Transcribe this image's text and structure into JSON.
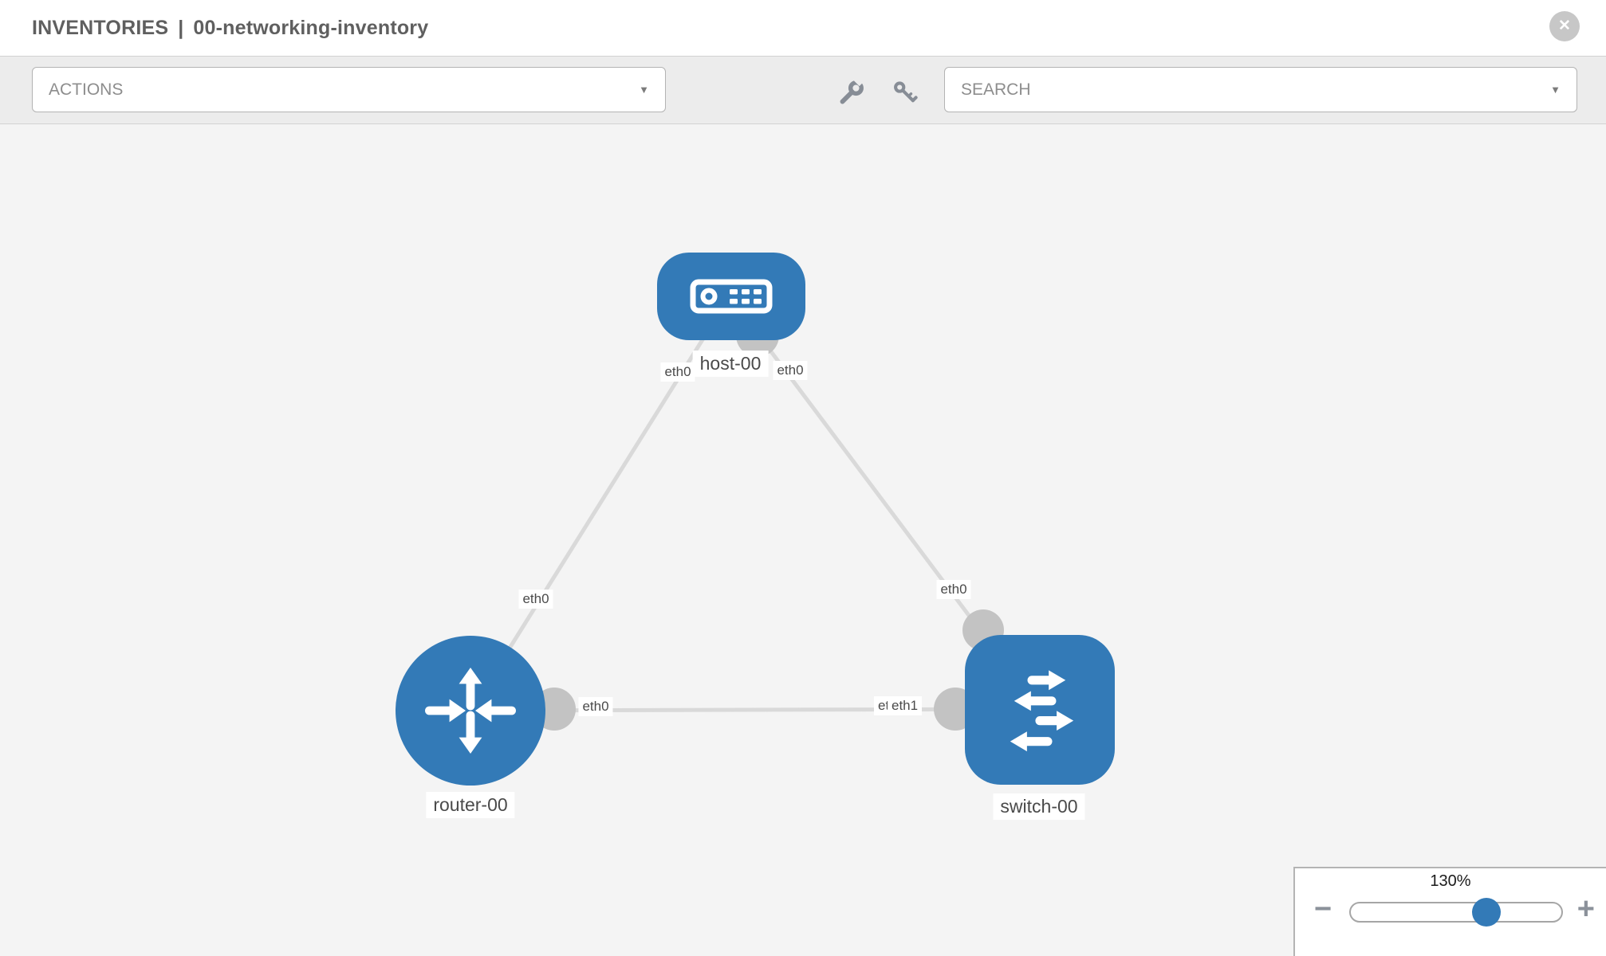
{
  "header": {
    "section": "INVENTORIES",
    "separator": "|",
    "inventory_name": "00-networking-inventory"
  },
  "toolbar": {
    "actions_label": "ACTIONS",
    "search_label": "SEARCH"
  },
  "icons": {
    "close": "✕",
    "caret_down": "▼",
    "zoom_out": "−",
    "zoom_in": "+",
    "wrench": "wrench-icon",
    "key": "key-icon",
    "host": "server-icon",
    "router": "router-arrows-icon",
    "switch": "switch-arrows-icon"
  },
  "colors": {
    "node_blue": "#337ab7",
    "link_gray": "#d9d9d9",
    "port_gray": "#c3c3c3",
    "canvas_bg": "#f4f4f4",
    "toolbar_bg": "#ececec",
    "icon_gray": "#878d96"
  },
  "topology": {
    "nodes": [
      {
        "id": "host-00",
        "label": "host-00",
        "type": "host",
        "shape": "rounded-rect"
      },
      {
        "id": "router-00",
        "label": "router-00",
        "type": "router",
        "shape": "circle"
      },
      {
        "id": "switch-00",
        "label": "switch-00",
        "type": "switch",
        "shape": "rounded-square"
      }
    ],
    "links": [
      {
        "source": "host-00",
        "source_interface": "eth0",
        "target": "router-00",
        "target_interface": "eth0"
      },
      {
        "source": "host-00",
        "source_interface": "eth0",
        "target": "switch-00",
        "target_interface": "eth0"
      },
      {
        "source": "router-00",
        "source_interface": "eth0",
        "target": "switch-00",
        "target_interface": "eth1",
        "target_interface_overlapped": "eth0"
      }
    ]
  },
  "zoom_control": {
    "level": "130%"
  }
}
